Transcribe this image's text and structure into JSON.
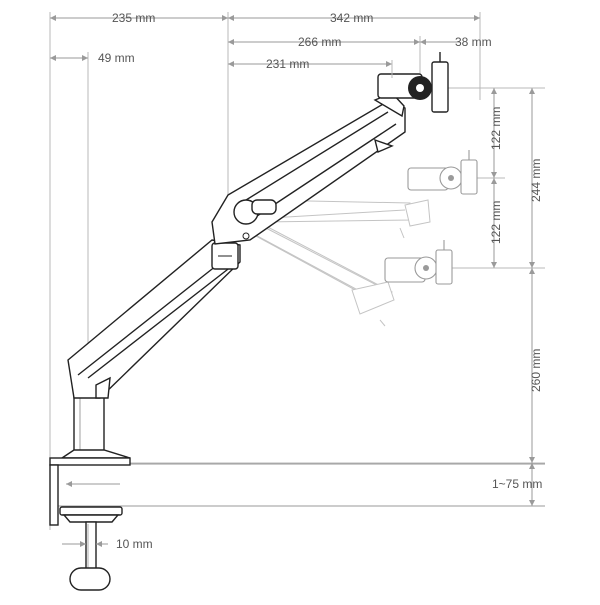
{
  "diagram": {
    "subject": "monitor arm dimension drawing",
    "dimensions": {
      "width_base_to_pivot": "235 mm",
      "width_reach_total": "342 mm",
      "width_reach_to_mount_center": "266 mm",
      "width_mount_plate": "38 mm",
      "width_pole_offset": "49 mm",
      "width_reach_inner": "231 mm",
      "height_step_upper": "122 mm",
      "height_step_lower": "122 mm",
      "height_range_total": "244 mm",
      "height_pole": "260 mm",
      "clamp_thickness_range": "1~75 mm",
      "clamp_screw": "10 mm"
    },
    "colors": {
      "line": "#222222",
      "ghost": "#9a9a9a",
      "dimension": "#9a9a9a",
      "text": "#555555"
    }
  }
}
